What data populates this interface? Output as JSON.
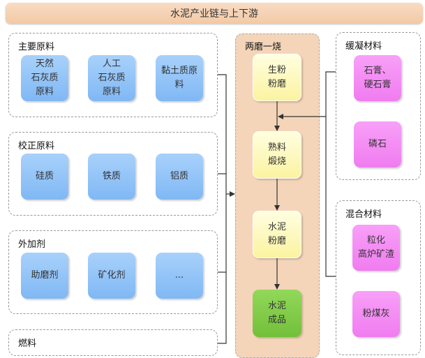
{
  "title": "水泥产业链与上下游",
  "groups": {
    "main_raw": {
      "label": "主要原料",
      "items": [
        "天然\n石灰质\n原料",
        "人工\n石灰质\n原料",
        "黏土质原\n料"
      ]
    },
    "correction": {
      "label": "校正原料",
      "items": [
        "硅质",
        "铁质",
        "铝质"
      ]
    },
    "additive": {
      "label": "外加剂",
      "items": [
        "助磨剂",
        "矿化剂",
        "..."
      ]
    },
    "fuel": {
      "label": "燃料"
    },
    "process": {
      "label": "两磨一烧",
      "steps": [
        "生粉\n粉磨",
        "熟料\n煅烧",
        "水泥\n粉磨",
        "水泥\n成品"
      ]
    },
    "retarder": {
      "label": "缓凝材料",
      "items": [
        "石膏、\n硬石膏",
        "磷石"
      ]
    },
    "mixed": {
      "label": "混合材料",
      "items": [
        "粒化\n高炉矿渣",
        "粉煤灰"
      ]
    }
  },
  "colors": {
    "input_node": "#8fc2f7",
    "process_node": "#fcf6b8",
    "product_node": "#7cc846",
    "additive_node": "#f48ef4",
    "process_bg": "#f4d5b9"
  }
}
